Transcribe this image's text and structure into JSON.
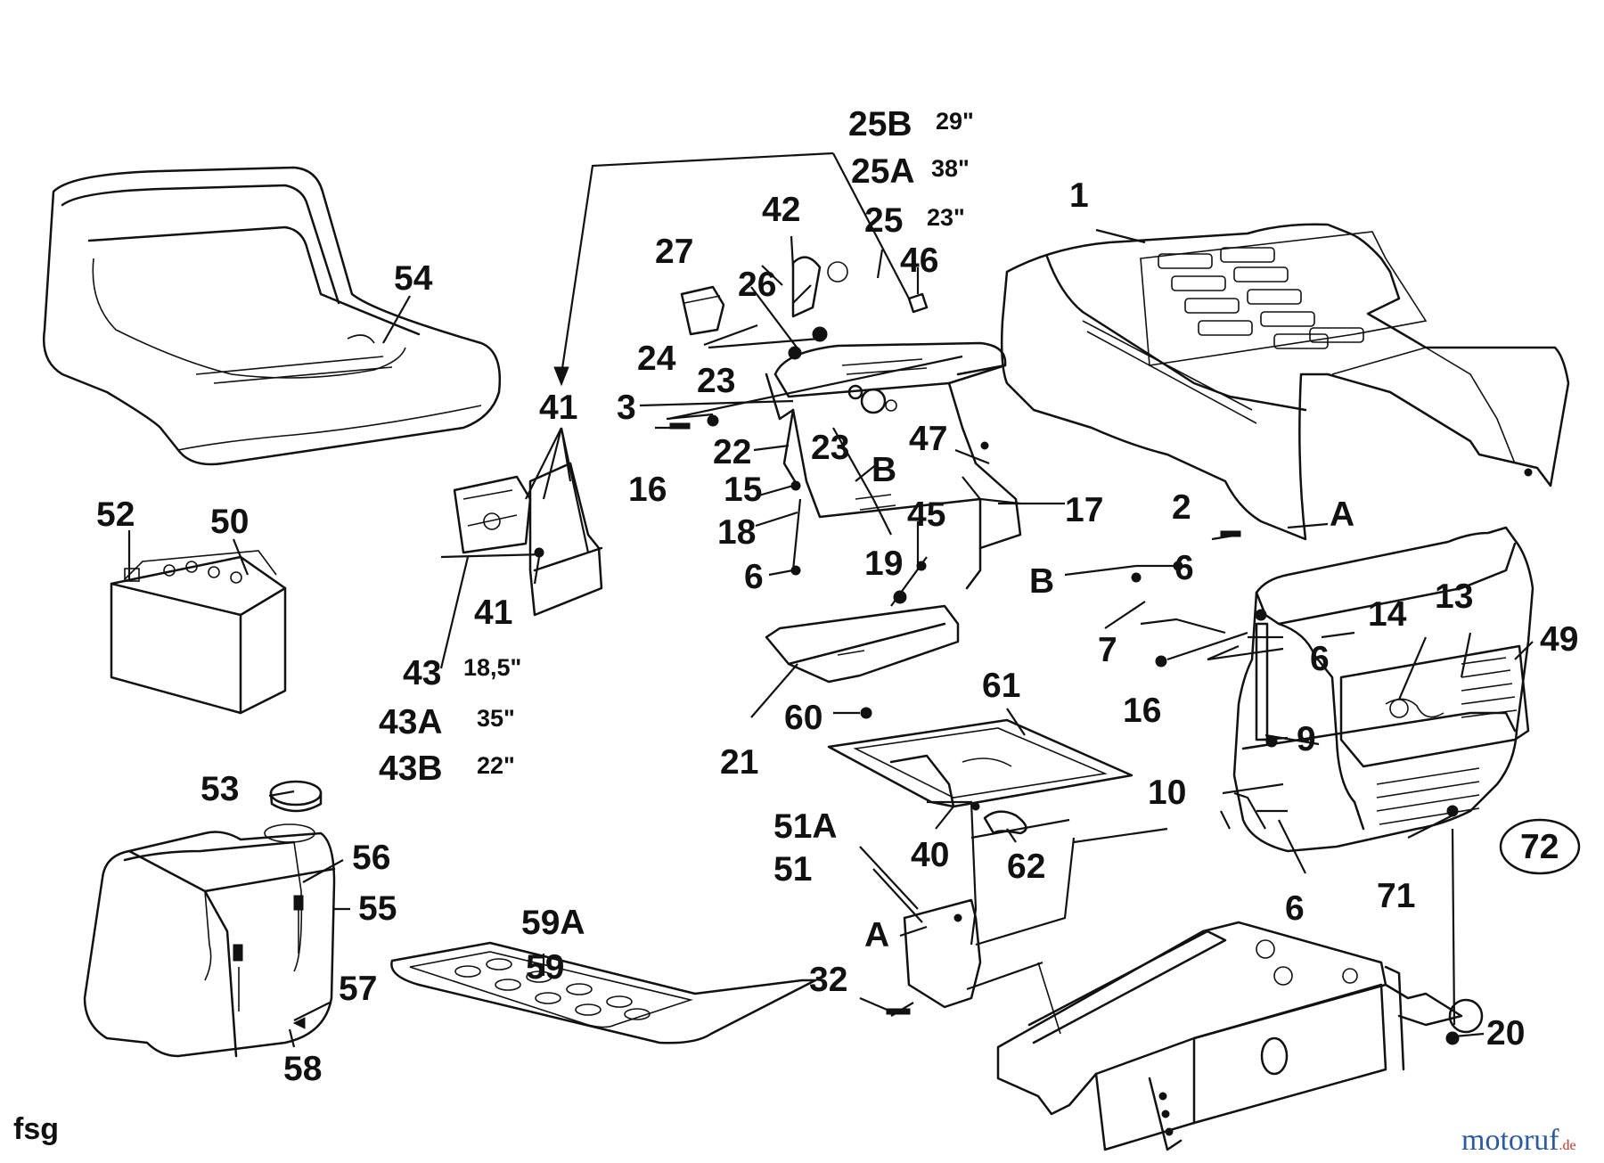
{
  "callouts": {
    "c1": "1",
    "c2": "2",
    "c3": "3",
    "c6a": "6",
    "c6b": "6",
    "c6c": "6",
    "c6d": "6",
    "c7": "7",
    "c9": "9",
    "c10": "10",
    "c13": "13",
    "c14": "14",
    "c15": "15",
    "c16a": "16",
    "c16b": "16",
    "c17": "17",
    "c18": "18",
    "c19": "19",
    "c20": "20",
    "c21": "21",
    "c22": "22",
    "c23a": "23",
    "c23b": "23",
    "c24": "24",
    "c25": "25",
    "c25A": "25A",
    "c25B": "25B",
    "c26": "26",
    "c27": "27",
    "c32": "32",
    "c40": "40",
    "c41a": "41",
    "c41b": "41",
    "c42": "42",
    "c43": "43",
    "c43A": "43A",
    "c43B": "43B",
    "c45": "45",
    "c46": "46",
    "c47": "47",
    "c49": "49",
    "c50": "50",
    "c51": "51",
    "c51A": "51A",
    "c52": "52",
    "c53": "53",
    "c54": "54",
    "c55": "55",
    "c56": "56",
    "c57": "57",
    "c58": "58",
    "c59": "59",
    "c59A": "59A",
    "c60": "60",
    "c61": "61",
    "c62": "62",
    "c71": "71",
    "c72": "72",
    "cA1": "A",
    "cA2": "A",
    "cB1": "B",
    "cB2": "B"
  },
  "sizes": {
    "s25B": "29\"",
    "s25A": "38\"",
    "s25": "23\"",
    "s43": "18,5\"",
    "s43A": "35\"",
    "s43B": "22\""
  },
  "footer": {
    "code": "fsg",
    "brand_main": "motoruf",
    "brand_tld": ".de"
  },
  "colors": {
    "line": "#111111",
    "brand": "#c0392b",
    "brand_alt": "#2c5aa0"
  }
}
